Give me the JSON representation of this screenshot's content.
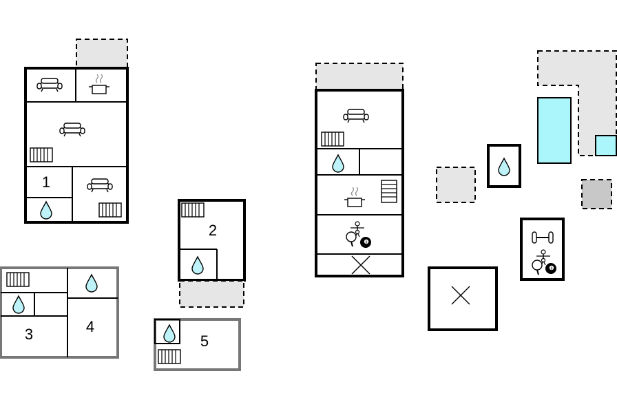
{
  "room_labels": {
    "room1": "1",
    "room2": "2",
    "room3": "3",
    "room4": "4",
    "room5": "5"
  },
  "icons": [
    "sofa-icon",
    "cooking-pot-icon",
    "radiator-icon",
    "water-drop-icon",
    "table-tennis-icon",
    "billiards-ball-icon",
    "foosball-icon",
    "dumbbell-icon",
    "void-cross-icon",
    "staircase-icon"
  ],
  "colors": {
    "walls": "#000000",
    "secondary_walls": "#777777",
    "terrace_fill": "#e6e6e6",
    "pool_fill": "#aaf6fb",
    "water_drop": "#bdf3f8"
  }
}
